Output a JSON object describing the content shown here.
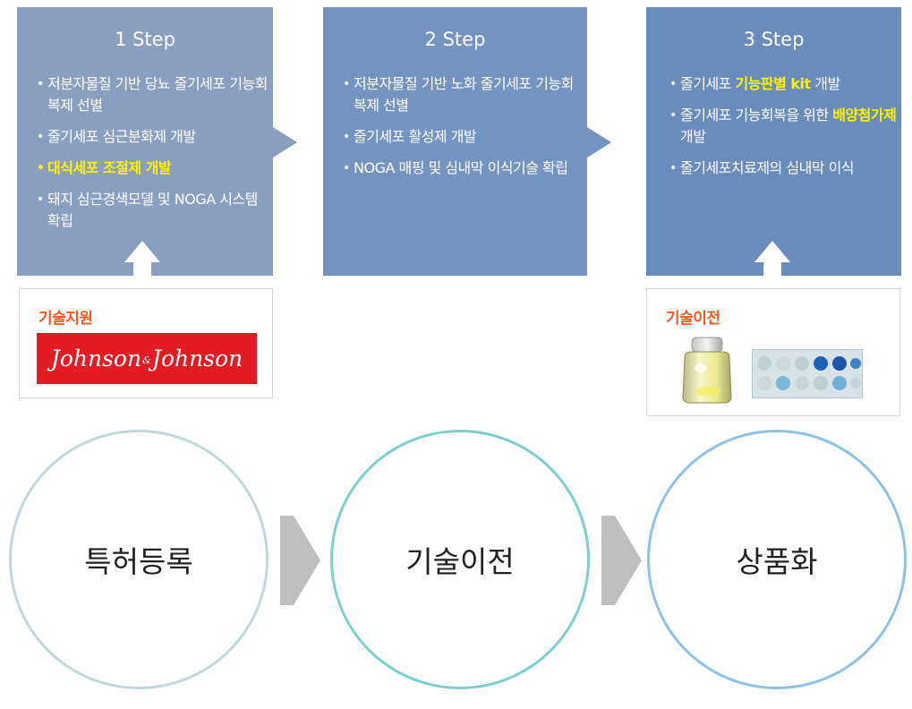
{
  "steps": [
    {
      "title": "1 Step",
      "items": [
        {
          "text": "저분자물질 기반 당뇨 줄기세포 기능회복제 선별",
          "highlight": false
        },
        {
          "text": "줄기세포 심근분화제 개발",
          "highlight": false
        },
        {
          "text": "대식세포 조절제 개발",
          "highlight": true
        },
        {
          "text": "돼지 심근경색모델 및 NOGA 시스템 확립",
          "highlight": false
        }
      ]
    },
    {
      "title": "2 Step",
      "items": [
        {
          "text": "저분자물질 기반 노화 줄기세포 기능회복제 선별"
        },
        {
          "text": "줄기세포 활성제 개발"
        },
        {
          "text": "NOGA 매핑 및 심내막 이식기술 확립"
        }
      ]
    },
    {
      "title": "3 Step",
      "items": [
        {
          "pre": "줄기세포 ",
          "hl": "기능판별 kit",
          "post": " 개발"
        },
        {
          "pre": "줄기세포 기능회복을 위한 ",
          "hl": "배양첨가제",
          "post": " 개발"
        },
        {
          "pre": "줄기세포치료제의 심내막 이식",
          "hl": "",
          "post": ""
        }
      ]
    }
  ],
  "support_box": {
    "label": "기술지원",
    "logo_text_left": "Johnson",
    "logo_text_amp": "&",
    "logo_text_right": "Johnson"
  },
  "transfer_box": {
    "label": "기술이전"
  },
  "stages": [
    {
      "label": "특허등록"
    },
    {
      "label": "기술이전"
    },
    {
      "label": "상품화"
    }
  ],
  "colors": {
    "step1": "#8a9fbf",
    "step2": "#7394c1",
    "step3": "#6a8cbd",
    "highlight": "#fff200",
    "box_label": "#f15a24",
    "jj_red": "#e31b23"
  }
}
